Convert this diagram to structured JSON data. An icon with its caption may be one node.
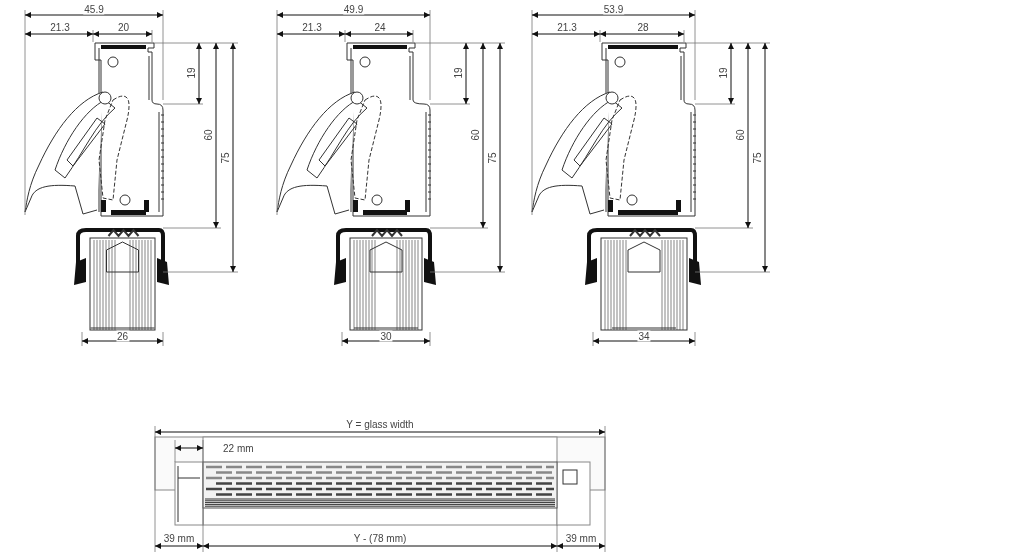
{
  "diagram": {
    "labels": [
      "45.9",
      "21.3",
      "20",
      "19",
      "60",
      "75",
      "26",
      "49.9",
      "21.3",
      "24",
      "19",
      "60",
      "75",
      "30",
      "53.9",
      "21.3",
      "28",
      "19",
      "60",
      "75",
      "34",
      "Y = glass width",
      "22 mm",
      "39 mm",
      "Y - (78 mm)",
      "39 mm"
    ]
  }
}
